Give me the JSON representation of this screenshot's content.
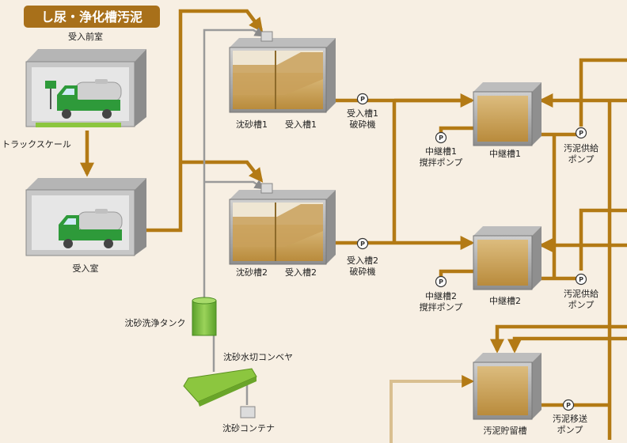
{
  "title": "し尿・浄化槽汚泥",
  "labels": {
    "reception_front": "受入前室",
    "truck_scale": "トラックスケール",
    "reception_room": "受入室",
    "grit1": "沈砂槽1",
    "recv1": "受入槽1",
    "crusher1_a": "受入槽1",
    "crusher1_b": "破砕機",
    "grit2": "沈砂槽2",
    "recv2": "受入槽2",
    "crusher2_a": "受入槽2",
    "crusher2_b": "破砕機",
    "grit_wash_tank": "沈砂洗浄タンク",
    "grit_conveyor": "沈砂水切コンベヤ",
    "grit_container": "沈砂コンテナ",
    "relay1": "中継槽1",
    "relay1_pump_a": "中継槽1",
    "relay1_pump_b": "撹拌ポンプ",
    "relay2": "中継槽2",
    "relay2_pump_a": "中継槽2",
    "relay2_pump_b": "撹拌ポンプ",
    "sludge_feed1_a": "汚泥供給",
    "sludge_feed1_b": "ポンプ",
    "sludge_feed2_a": "汚泥供給",
    "sludge_feed2_b": "ポンプ",
    "sludge_storage": "汚泥貯留槽",
    "sludge_transfer_a": "汚泥移送",
    "sludge_transfer_b": "ポンプ"
  },
  "pump_symbol": "P",
  "colors": {
    "background": "#f7efe3",
    "pipe_main": "#b37a15",
    "pipe_gray": "#9a9a9a",
    "sludge": "#c9a05a",
    "title_bg": "#a8701a",
    "truck_green": "#2e9a3a",
    "conveyor_green": "#8cc63f"
  }
}
